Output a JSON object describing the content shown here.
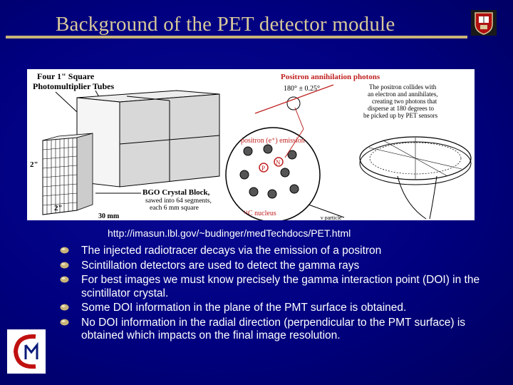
{
  "slide": {
    "title": "Background of the PET detector module",
    "url": "http://imasun.lbl.gov/~budinger/medTechdocs/PET.html",
    "bullets": [
      "The injected radiotracer decays via the emission of a positron",
      "Scintillation detectors are used to detect the gamma rays",
      "For best images we must know precisely the gamma interaction point (DOI) in the scintillator crystal.",
      "Some DOI information in the plane of the PMT surface is obtained.",
      "No DOI information in the radial direction (perpendicular to the PMT surface) is obtained which impacts on the final image resolution."
    ],
    "colors": {
      "background": "#000080",
      "title": "#d8c89a",
      "rule": "#c8b478",
      "text": "#ffffff"
    }
  },
  "figure": {
    "pmt_label_1": "Four 1\" Square",
    "pmt_label_2": "Photomultiplier Tubes",
    "dim_2in_vertical": "2\"",
    "dim_2in_horizontal": "2\"",
    "dim_30mm": "30 mm",
    "bgo_label_1": "BGO Crystal Block,",
    "bgo_label_2": "sawed into 64 segments,",
    "bgo_label_3": "each 6 mm square",
    "annihilation_title": "Positron annihilation photons",
    "angle": "180° ± 0.25°",
    "positron_emission": "positron (e⁺) emission",
    "nucleus_label": "¹¹C nucleus",
    "particle_label": "ν particle",
    "collision_text_1": "The positron collides with",
    "collision_text_2": "an electron and annihilates,",
    "collision_text_3": "creating two photons that",
    "collision_text_4": "disperse at 180 degrees to",
    "collision_text_5": "be picked up by PET sensors",
    "n_label": "N",
    "p_label": "P"
  },
  "icons": {
    "crest": "university-crest-icon",
    "logo": "institute-logo-icon",
    "bullet": "bullet-icon"
  }
}
